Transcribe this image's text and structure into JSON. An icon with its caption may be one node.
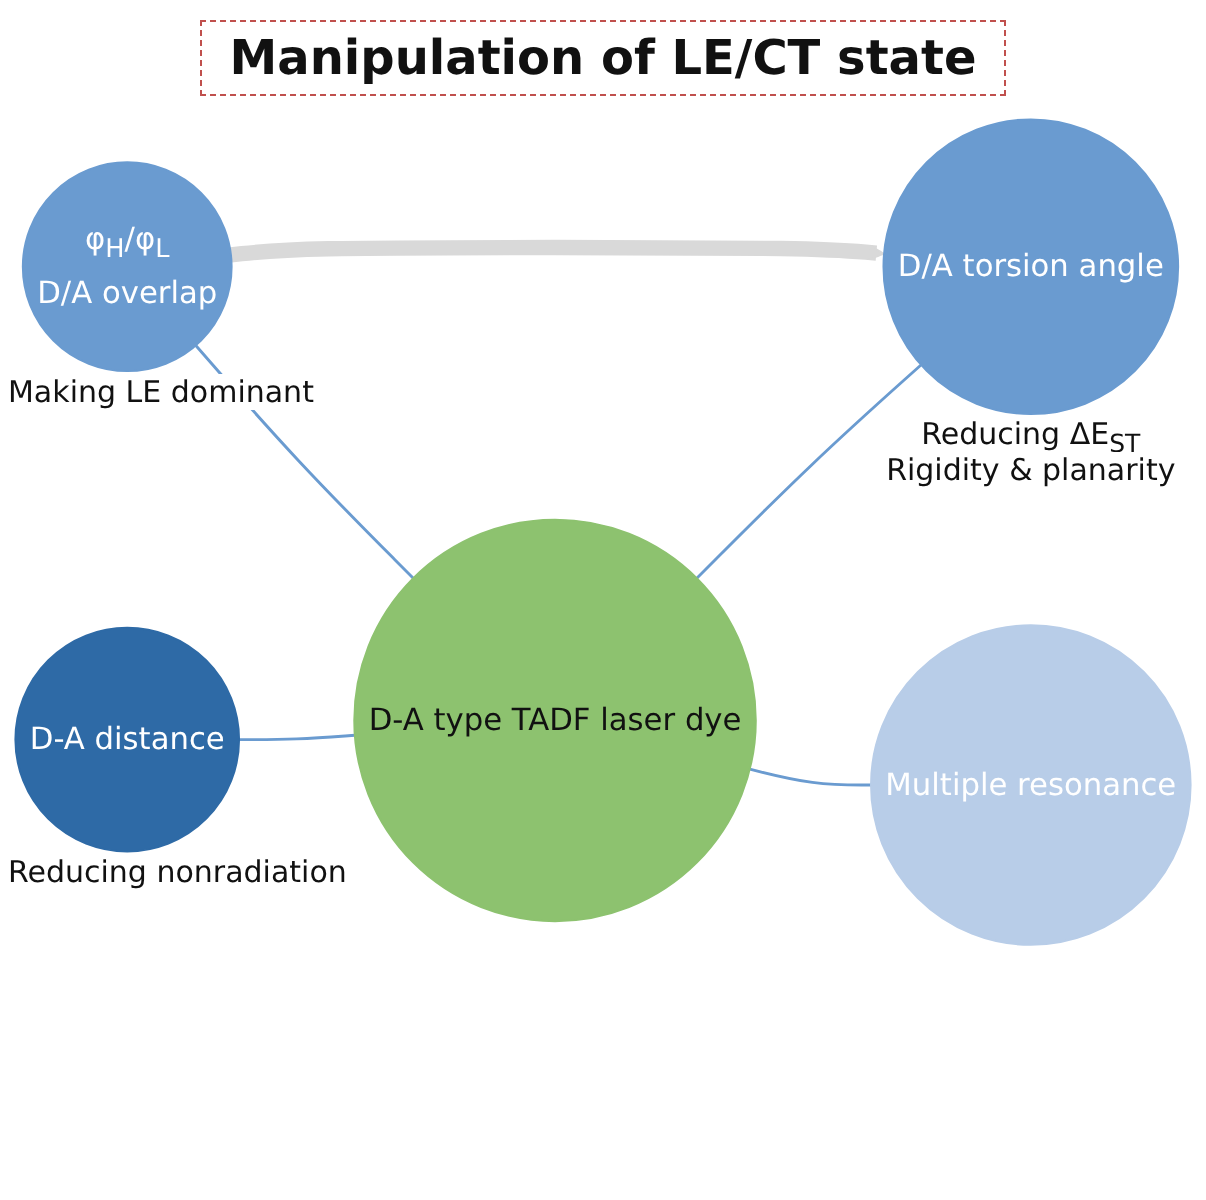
{
  "diagram": {
    "title": "Manipulation of LE/CT state",
    "nodes": [
      {
        "text": [
          "D-A distance"
        ],
        "beside": [
          "Reducing nonradiation"
        ]
      },
      {
        "text": [
          "φ$_{H}$/φ$_{L}$",
          "D/A overlap"
        ],
        "beside": [
          "Making LE dominant"
        ]
      },
      {
        "text": [
          "D-A type TADF laser dye"
        ]
      },
      {
        "text": [
          "D/A torsion angle"
        ],
        "beside": [
          "Reducing ΔE$_{ST}$",
          "Rigidity & planarity"
        ]
      },
      {
        "text": [
          "Multiple resonance"
        ]
      }
    ],
    "edges": [
      {
        "from": 0,
        "to": 2,
        "arrow": "none"
      },
      {
        "from": 1,
        "to": 2,
        "arrow": "none"
      },
      {
        "from": 2,
        "to": 3,
        "arrow": "none"
      },
      {
        "from": 2,
        "to": 4,
        "arrow": "none"
      },
      {
        "from": 1,
        "to": 3,
        "arrow": "to",
        "style": "thick",
        "color": "#d9d9d9"
      }
    ]
  }
}
